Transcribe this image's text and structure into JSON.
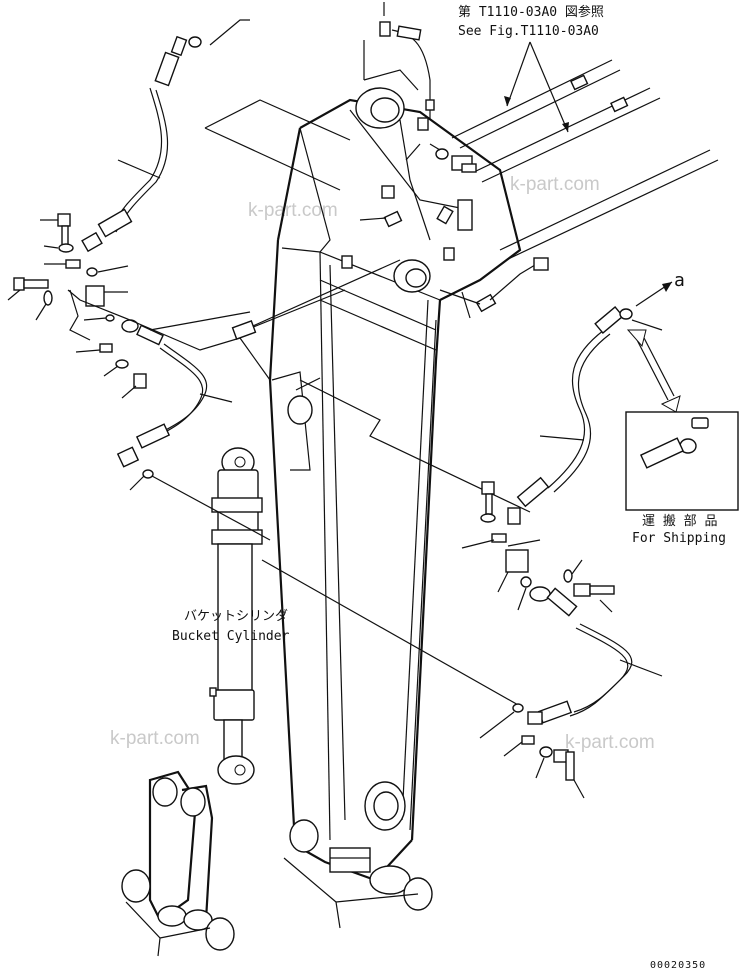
{
  "reference": {
    "japanese": "第 T1110-03A0 図参照",
    "english": "See Fig.T1110-03A0"
  },
  "view_marker": "a",
  "shipping": {
    "japanese": "運 搬 部 品",
    "english": "For Shipping"
  },
  "bucket_cylinder": {
    "japanese": "バケットシリンダ",
    "english": "Bucket Cylinder"
  },
  "watermarks": [
    "k-part.com",
    "k-part.com",
    "k-part.com",
    "k-part.com"
  ],
  "drawing_number": "00020350"
}
